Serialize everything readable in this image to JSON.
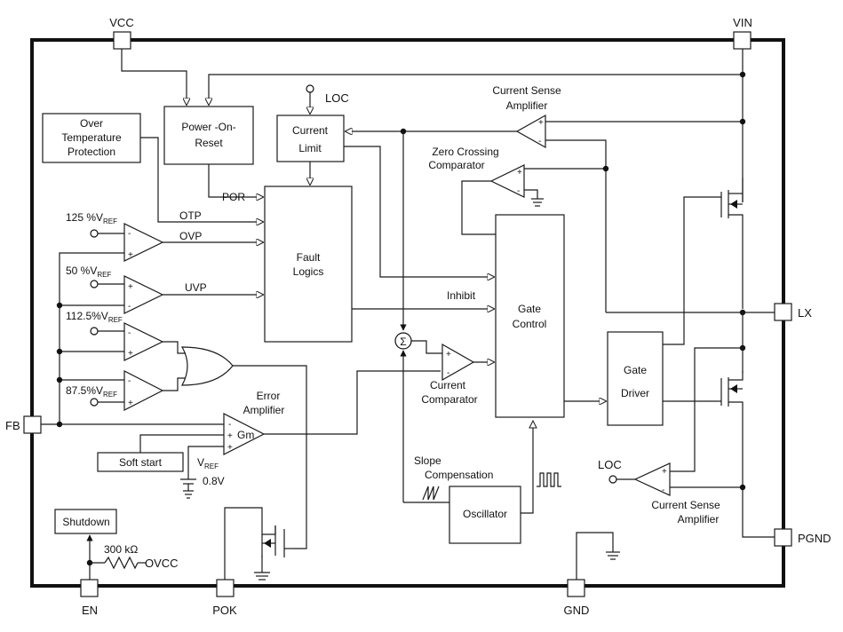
{
  "pins": {
    "vcc": "VCC",
    "vin": "VIN",
    "lx": "LX",
    "pgnd": "PGND",
    "fb": "FB",
    "en": "EN",
    "pok": "POK",
    "gnd": "GND"
  },
  "blocks": {
    "otp_line1": "Over",
    "otp_line2": "Temperature",
    "otp_line3": "Protection",
    "por_line1": "Power -On-",
    "por_line2": "Reset",
    "cl_line1": "Current",
    "cl_line2": "Limit",
    "fault_line1": "Fault",
    "fault_line2": "Logics",
    "gate_ctrl_line1": "Gate",
    "gate_ctrl_line2": "Control",
    "gate_drv_line1": "Gate",
    "gate_drv_line2": "Driver",
    "oscillator": "Oscillator",
    "soft_start": "Soft start",
    "shutdown": "Shutdown"
  },
  "labels": {
    "loc_top": "LOC",
    "loc_bottom": "LOC",
    "cs_amp_top_1": "Current Sense",
    "cs_amp_top_2": "Amplifier",
    "zc_1": "Zero Crossing",
    "zc_2": "Comparator",
    "cs_amp_bot_1": "Current Sense",
    "cs_amp_bot_2": "Amplifier",
    "cur_comp_1": "Current",
    "cur_comp_2": "Comparator",
    "err_amp_1": "Error",
    "err_amp_2": "Amplifier",
    "gm": "Gm",
    "slope_1": "Slope",
    "slope_2": "Compensation",
    "por_sig": "POR",
    "otp_sig": "OTP",
    "ovp_sig": "OVP",
    "uvp_sig": "UVP",
    "inhibit": "Inhibit",
    "ref125_main": "125 %V",
    "ref125_sub": "REF",
    "ref50_main": "50 %V",
    "ref50_sub": "REF",
    "ref1125_main": "112.5%V",
    "ref1125_sub": "REF",
    "ref875_main": "87.5%V",
    "ref875_sub": "REF",
    "vref_main": "V",
    "vref_sub": "REF",
    "vref_val": "0.8V",
    "resistor": "300 kΩ",
    "vcc_pullup": "OVCC",
    "sum_symbol": "Σ",
    "plus": "+",
    "minus": "-"
  }
}
